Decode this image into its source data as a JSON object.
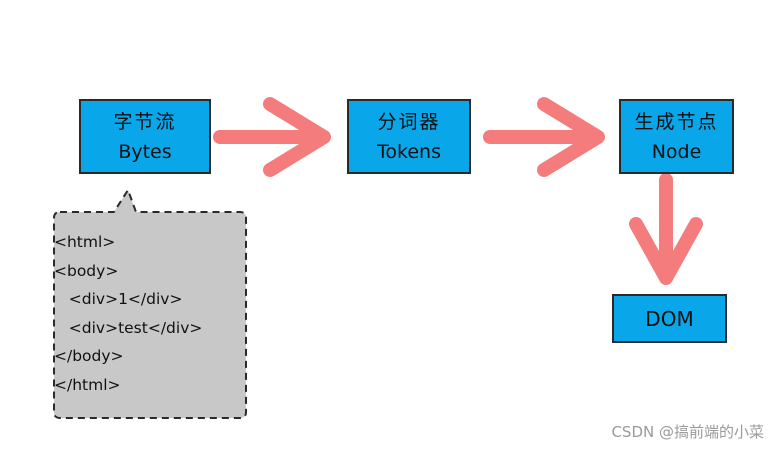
{
  "colors": {
    "box_fill": "#0aa6ea",
    "arrow": "#f47c7c",
    "callout_fill": "#c8c8c8",
    "outline": "#2a2a2a"
  },
  "nodes": [
    {
      "title": "字节流",
      "label": "Bytes"
    },
    {
      "title": "分词器",
      "label": "Tokens"
    },
    {
      "title": "生成节点",
      "label": "Node"
    },
    {
      "title": "",
      "label": "DOM"
    }
  ],
  "code_callout": {
    "lines": [
      "<html>",
      "<body>",
      "   <div>1</div>",
      "   <div>test</div>",
      "</body>",
      "</html>"
    ]
  },
  "watermark": "CSDN @搞前端的小菜"
}
